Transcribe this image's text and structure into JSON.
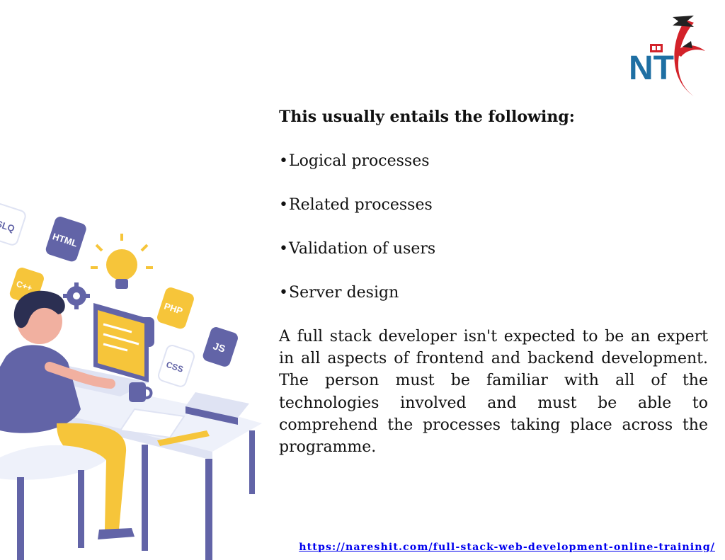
{
  "logo": {
    "text": "NT",
    "colors": {
      "blue": "#1e6fa3",
      "red": "#d3222a",
      "dark": "#222222"
    }
  },
  "illustration": {
    "labels": {
      "slq": "SLQ",
      "html": "HTML",
      "cpp": "C++",
      "php": "PHP",
      "js": "JS",
      "css": "CSS",
      "braces": "{ }"
    },
    "colors": {
      "accent": "#f6c53a",
      "purple": "#6264a7",
      "light": "#dfe3f3",
      "skin": "#f1b0a0",
      "hair": "#2b2f52"
    }
  },
  "content": {
    "heading": "This usually entails the following:",
    "bullets": [
      {
        "symbol": "•",
        "text": "Logical processes"
      },
      {
        "symbol": "•",
        "text": "Related processes"
      },
      {
        "symbol": "•",
        "text": "Validation of users"
      },
      {
        "symbol": "•",
        "text": "Server design"
      }
    ],
    "paragraph": "A full stack developer isn't expected to be an expert in all aspects of frontend and backend development. The person must be familiar with all of the technologies involved and must be able to comprehend the processes taking place across the programme."
  },
  "footer": {
    "url": "https://nareshit.com/full-stack-web-development-online-training/"
  }
}
